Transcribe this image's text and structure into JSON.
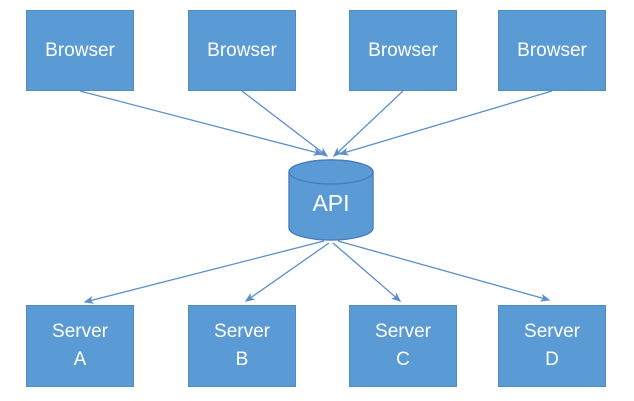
{
  "diagram": {
    "nodes": [
      {
        "id": "browser-1",
        "type": "rectangle",
        "title": "Browser",
        "subtitle": ""
      },
      {
        "id": "browser-2",
        "type": "rectangle",
        "title": "Browser",
        "subtitle": ""
      },
      {
        "id": "browser-3",
        "type": "rectangle",
        "title": "Browser",
        "subtitle": ""
      },
      {
        "id": "browser-4",
        "type": "rectangle",
        "title": "Browser",
        "subtitle": ""
      },
      {
        "id": "api",
        "type": "cylinder",
        "title": "API",
        "subtitle": ""
      },
      {
        "id": "server-a",
        "type": "rectangle",
        "title": "Server",
        "subtitle": "A"
      },
      {
        "id": "server-b",
        "type": "rectangle",
        "title": "Server",
        "subtitle": "B"
      },
      {
        "id": "server-c",
        "type": "rectangle",
        "title": "Server",
        "subtitle": "C"
      },
      {
        "id": "server-d",
        "type": "rectangle",
        "title": "Server",
        "subtitle": "D"
      }
    ],
    "edges": [
      {
        "from": "browser-1",
        "to": "api"
      },
      {
        "from": "browser-2",
        "to": "api"
      },
      {
        "from": "browser-3",
        "to": "api"
      },
      {
        "from": "browser-4",
        "to": "api"
      },
      {
        "from": "api",
        "to": "server-a"
      },
      {
        "from": "api",
        "to": "server-b"
      },
      {
        "from": "api",
        "to": "server-c"
      },
      {
        "from": "api",
        "to": "server-d"
      }
    ],
    "colors": {
      "node_fill": "#5b9bd5",
      "node_text": "#ffffff",
      "connector": "#5b8fc9",
      "cylinder_outline": "#4a7ebb"
    }
  }
}
